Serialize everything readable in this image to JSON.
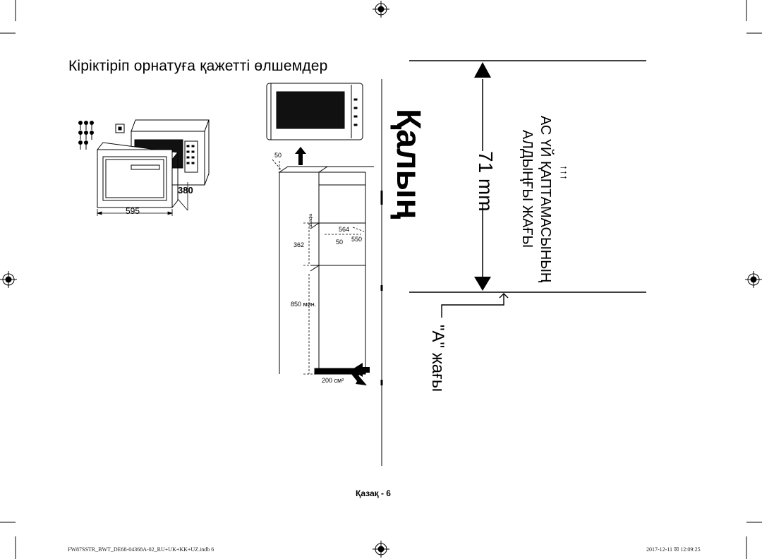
{
  "header": {
    "title": "Кіріктіріп орнатуға қажетті өлшемдер"
  },
  "oven_figure": {
    "dim_width": "595",
    "dim_depth": "380"
  },
  "cabinet_figure": {
    "dim_top": "50",
    "dim_564": "564",
    "dim_550": "550",
    "dim_50_inner": "50",
    "dim_362": "362",
    "dim_850": "850 мин.",
    "dim_200": "200 см²",
    "small_marker": "шкафа"
  },
  "side_panel": {
    "thickness_label": "Қалың",
    "measurement": "71 mm",
    "front_label_line1": "АС ҮЙ ҚАПТАМАСЫНЫҢ",
    "front_label_line2": "АЛДЫҢҒЫ ЖАҒЫ",
    "arrows": "↑↑↑",
    "side_a_label": "\"A\" жағы"
  },
  "page_number": "Қазақ - 6",
  "footer": {
    "file_name": "FW87SSTR_BWT_DE68-04368A-02_RU+UK+KK+UZ.indb   6",
    "date_time": "2017-12-11   ☒ 12:09:25"
  }
}
